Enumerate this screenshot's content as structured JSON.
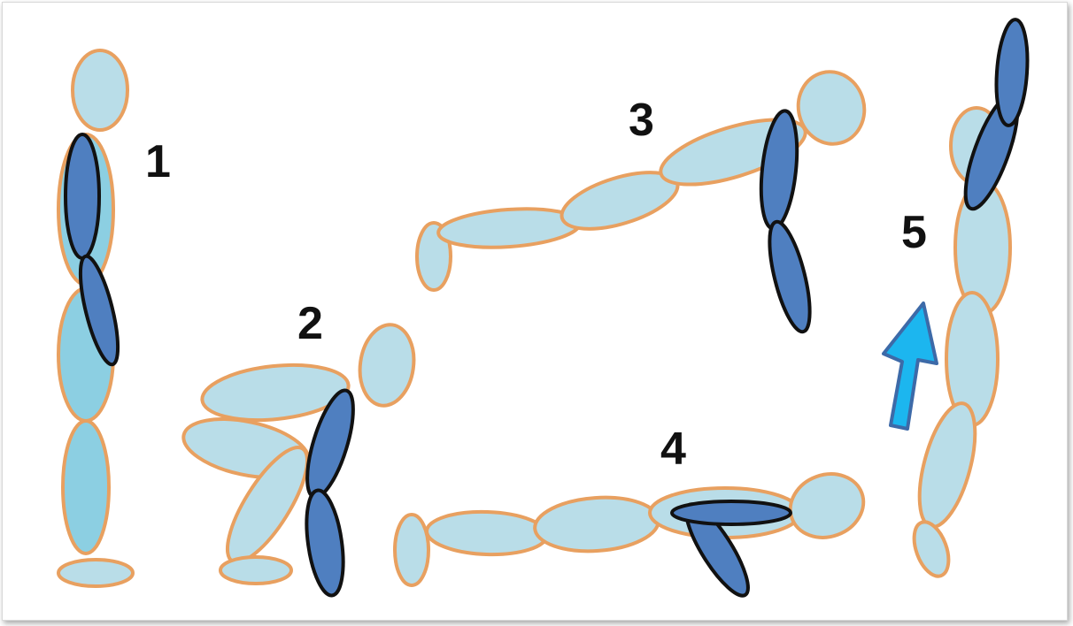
{
  "colors": {
    "body_fill": "#b9dde8",
    "body_fill_dark": "#8ccfe2",
    "body_stroke": "#e8a060",
    "arm_fill": "#4f7fc0",
    "arm_stroke": "#111111",
    "arrow_fill": "#1cb6ef",
    "arrow_stroke": "#3d6aa8",
    "label_color": "#111111"
  },
  "figures": [
    {
      "id": "1",
      "label": "1",
      "pose": "standing"
    },
    {
      "id": "2",
      "label": "2",
      "pose": "squat"
    },
    {
      "id": "3",
      "label": "3",
      "pose": "plank"
    },
    {
      "id": "4",
      "label": "4",
      "pose": "lying down"
    },
    {
      "id": "5",
      "label": "5",
      "pose": "jump"
    }
  ],
  "icons": {
    "arrow": "up-arrow-icon"
  }
}
